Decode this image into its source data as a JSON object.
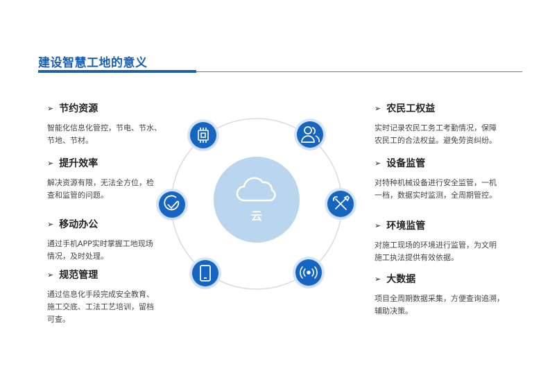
{
  "title": "建设智慧工地的意义",
  "colors": {
    "brand": "#1a5fb4",
    "node_fill": "#1565c0",
    "node_ring": "#dbe8f6",
    "center_fill": "#b9d6ee",
    "orbit": "#d9dde2"
  },
  "center": {
    "label": "云",
    "icon": "cloud-icon"
  },
  "left_items": [
    {
      "heading": "节约资源",
      "desc_lines": [
        "智能化信息化管控，节电、节水、",
        "节地、节材。"
      ],
      "icon": "chip-icon"
    },
    {
      "heading": "提升效率",
      "desc_lines": [
        "解决资源有限，无法全方位，检",
        "查和监管的问题。"
      ],
      "icon": "check-circle-icon"
    },
    {
      "heading": "移动办公",
      "desc_lines": [
        "通过手机APP实时掌握工地现场",
        "情况，及时处理。"
      ],
      "icon": "phone-icon"
    },
    {
      "heading": "规范管理",
      "desc_lines": [
        "通过信息化手段完成安全教育、",
        "施工交底、工法工艺培训，留档",
        "可查。"
      ],
      "icon": ""
    }
  ],
  "right_items": [
    {
      "heading": "农民工权益",
      "desc_lines": [
        "实时记录农民工务工考勤情况，保障",
        "农民工的合法权益。避免劳资纠纷。"
      ],
      "icon": "users-icon"
    },
    {
      "heading": "设备监管",
      "desc_lines": [
        "对特种机械设备进行安全监管，一机",
        "一档，数据实时监测，全周期管控。"
      ],
      "icon": "tools-icon"
    },
    {
      "heading": "环境监管",
      "desc_lines": [
        "对施工现场的环境进行监管，为文明",
        "施工执法提供有效依据。"
      ],
      "icon": "signal-icon"
    },
    {
      "heading": "大数据",
      "desc_lines": [
        "项目全周期数据采集，方便查询追溯，",
        "辅助决策。"
      ],
      "icon": ""
    }
  ]
}
